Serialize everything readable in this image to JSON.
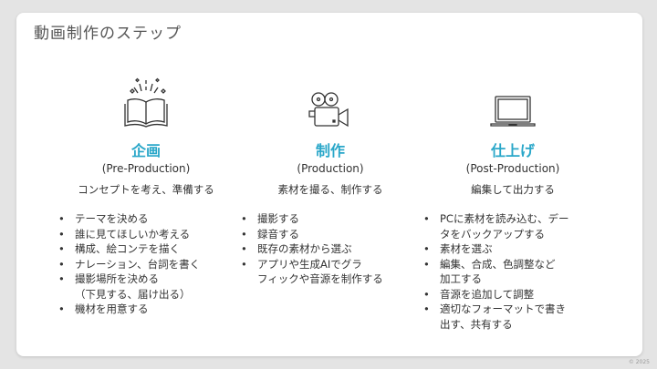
{
  "title": "動画制作のステップ",
  "columns": [
    {
      "icon": "book-icon",
      "name": "企画",
      "sub": "(Pre-Production)",
      "desc": "コンセプトを考え、準備する",
      "items": [
        "テーマを決める",
        "誰に見てほしいか考える",
        "構成、絵コンテを描く",
        "ナレーション、台詞を書く",
        "撮影場所を決める",
        "（下見する、届け出る）",
        "機材を用意する"
      ]
    },
    {
      "icon": "film-camera-icon",
      "name": "制作",
      "sub": "(Production)",
      "desc": "素材を撮る、制作する",
      "items": [
        "撮影する",
        "録音する",
        "既存の素材から選ぶ",
        "アプリや生成AIでグラ",
        "フィックや音源を制作する"
      ]
    },
    {
      "icon": "laptop-icon",
      "name": "仕上げ",
      "sub": "(Post-Production)",
      "desc": "編集して出力する",
      "items": [
        "PCに素材を読み込む、デー",
        "タをバックアップする",
        "素材を選ぶ",
        "編集、合成、色調整など",
        "加工する",
        "音源を追加して調整",
        "適切なフォーマットで書き",
        "出す、共有する"
      ]
    }
  ],
  "footer": "© 2025",
  "accent": "#2aa7c9"
}
